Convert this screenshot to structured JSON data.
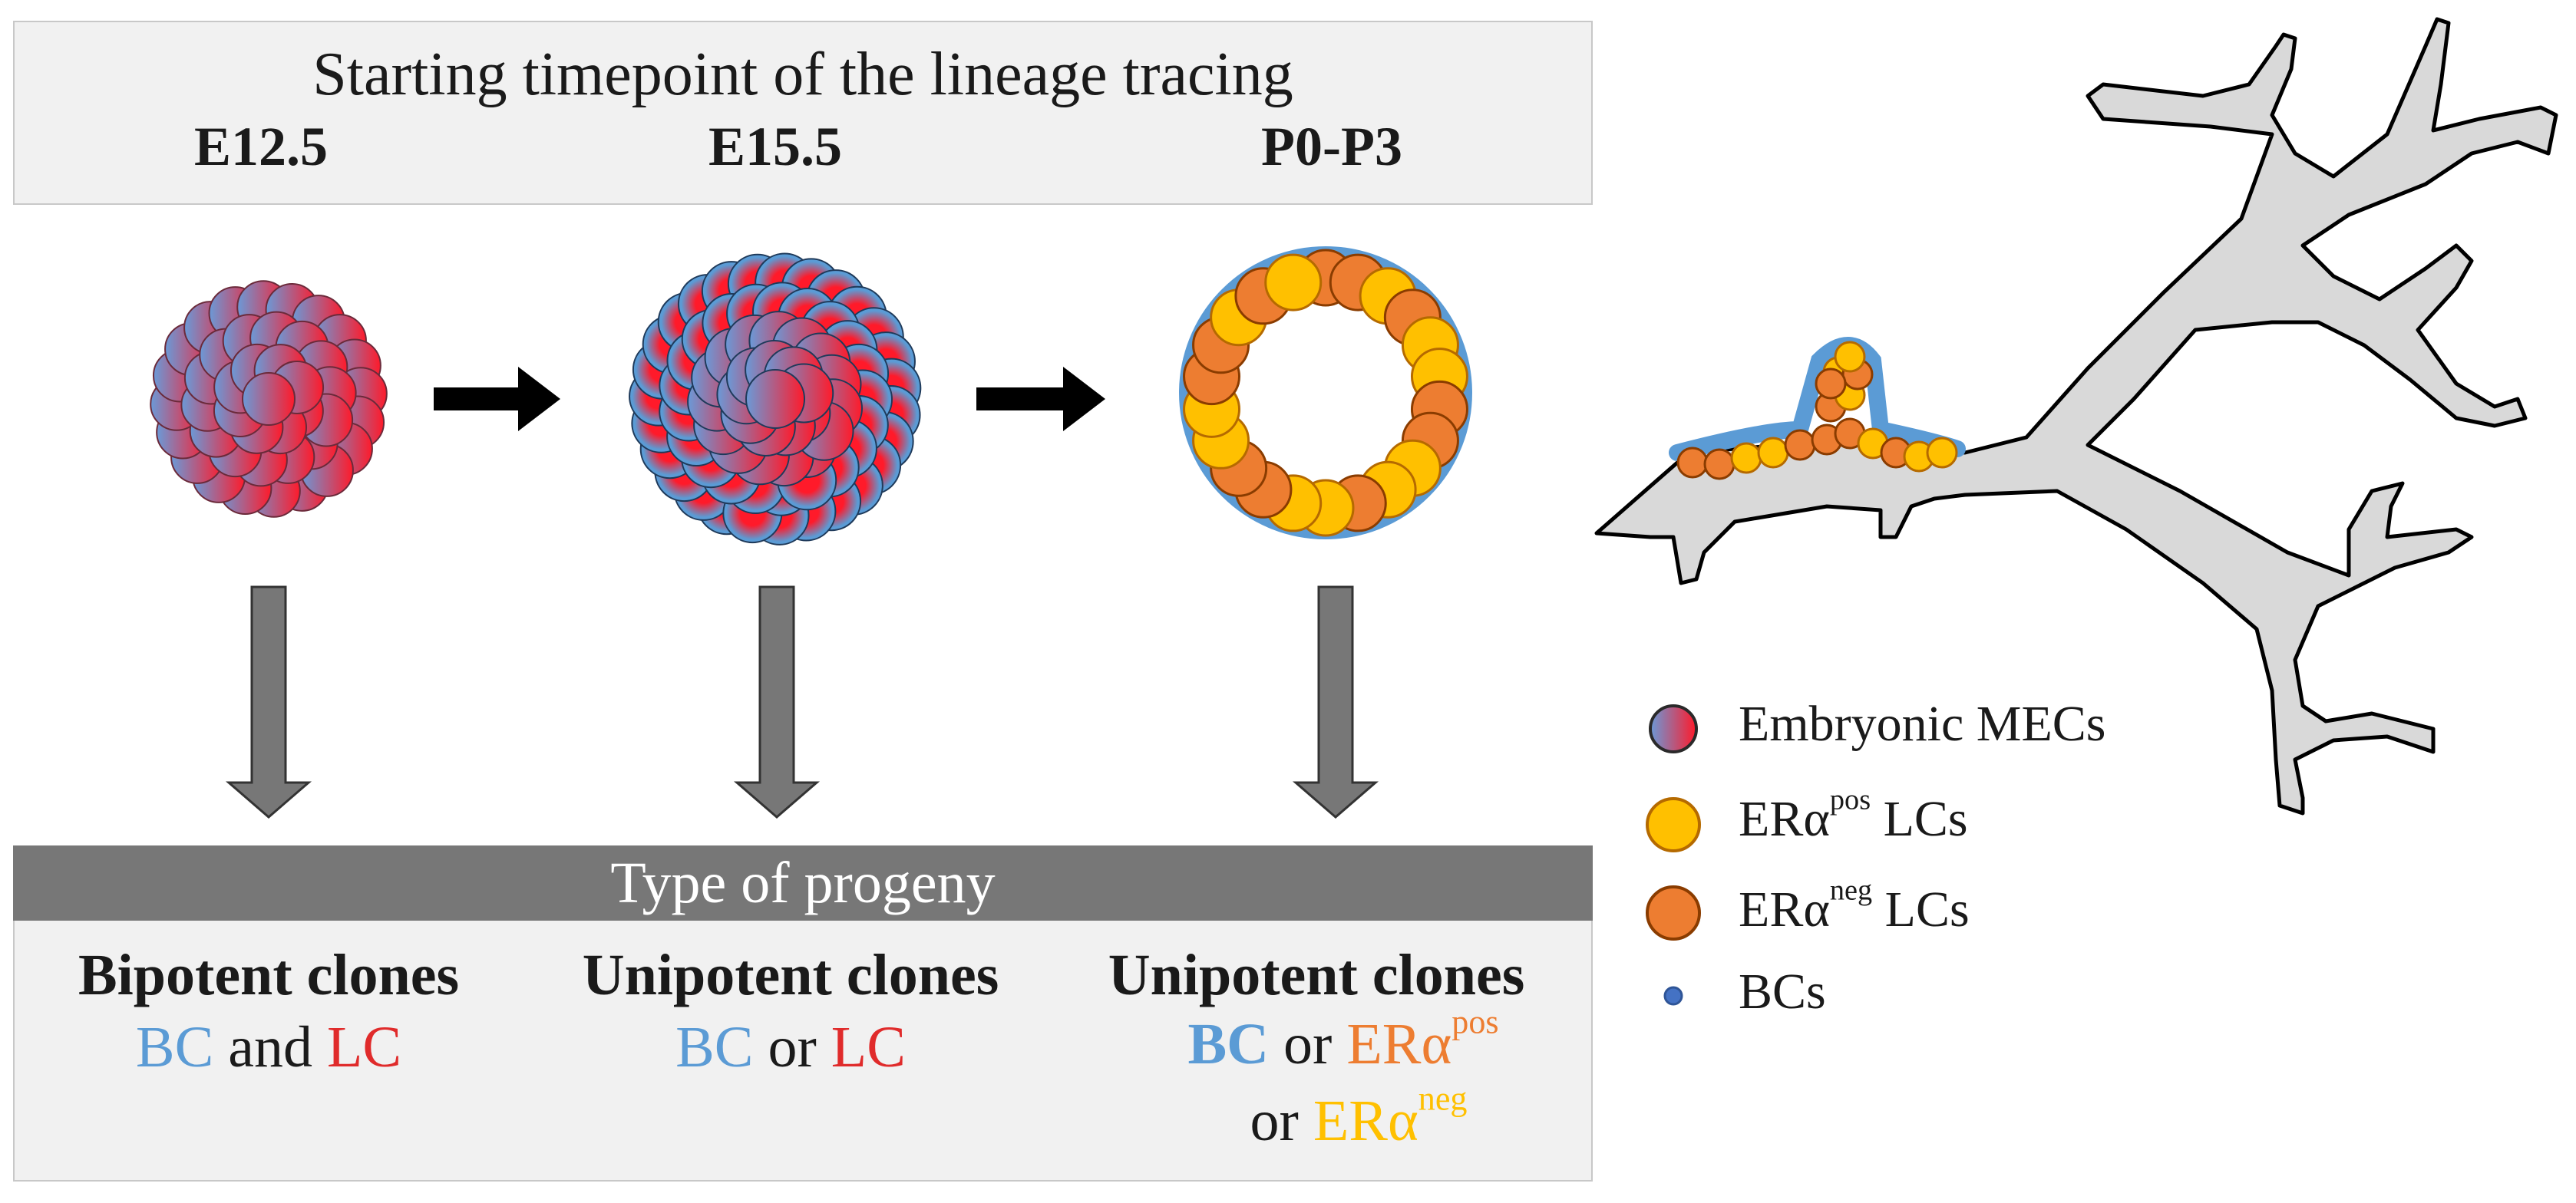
{
  "header": {
    "title": "Starting timepoint of the lineage tracing",
    "timepoints": [
      "E12.5",
      "E15.5",
      "P0-P3"
    ]
  },
  "progeny": {
    "title": "Type of progeny",
    "col1": {
      "title": "Bipotent clones",
      "bc": "BC",
      "and": "and",
      "lc": "LC"
    },
    "col2": {
      "title": "Unipotent clones",
      "bc": "BC",
      "or": "or",
      "lc": "LC"
    },
    "col3": {
      "title": "Unipotent clones",
      "bc": "BC",
      "or1": "or",
      "er1": "ERα",
      "sup1": "pos",
      "or2": "or",
      "er2": "ERα",
      "sup2": "neg"
    }
  },
  "legend": {
    "item1": "Embryonic MECs",
    "item2_main": "ERα",
    "item2_sup": "pos",
    "item2_tail": " LCs",
    "item3_main": "ERα",
    "item3_sup": "neg",
    "item3_tail": " LCs",
    "item4": "BCs"
  },
  "colors": {
    "blue": "#5b9bd5",
    "red": "#e02b2b",
    "orange": "#ed7d31",
    "gold": "#ffc000",
    "gray_arrow": "#777777",
    "panel": "#f1f1f1",
    "duct": "#d9d9d9"
  }
}
